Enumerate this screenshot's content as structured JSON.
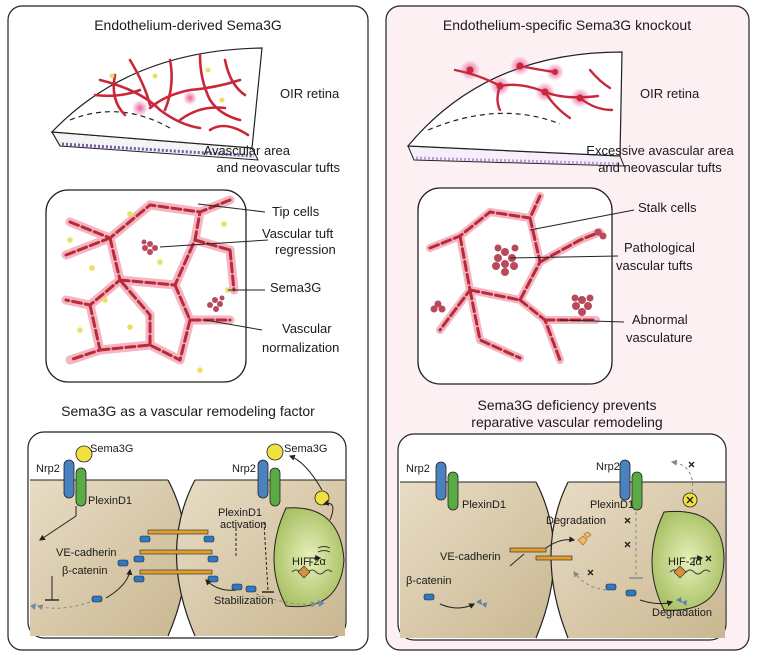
{
  "left_panel": {
    "title": "Endothelium-derived Sema3G",
    "retina_label": "OIR retina",
    "retina_caption": [
      "Avascular area",
      "and neovascular tufts"
    ],
    "callouts": {
      "tip_cells": "Tip cells",
      "tuft_regression": [
        "Vascular tuft",
        "regression"
      ],
      "sema3g": "Sema3G",
      "normalization": [
        "Vascular",
        "normalization"
      ]
    },
    "section_title": "Sema3G as a vascular remodeling factor",
    "cell": {
      "sema3g_left": "Sema3G",
      "nrp2_left": "Nrp2",
      "plexind1_left": "PlexinD1",
      "ve_cadherin": "VE-cadherin",
      "beta_catenin": "β-catenin",
      "nrp2_right": "Nrp2",
      "sema3g_right": "Sema3G",
      "plexind1_activation": [
        "PlexinD1",
        "activation"
      ],
      "hif": "HIF-2α",
      "stabilization": "Stabilization"
    }
  },
  "right_panel": {
    "title": "Endothelium-specific Sema3G knockout",
    "retina_label": "OIR retina",
    "retina_caption": [
      "Excessive avascular area",
      "and neovascular tufts"
    ],
    "callouts": {
      "stalk_cells": "Stalk cells",
      "pathological_tufts": [
        "Pathological",
        "vascular tufts"
      ],
      "abnormal": [
        "Abnormal",
        "vasculature"
      ]
    },
    "section_title": [
      "Sema3G deficiency prevents",
      "reparative vascular remodeling"
    ],
    "cell": {
      "nrp2_left": "Nrp2",
      "plexind1_left": "PlexinD1",
      "ve_cadherin": "VE-cadherin",
      "beta_catenin": "β-catenin",
      "degradation_top": "Degradation",
      "nrp2_right": "Nrp2",
      "plexind1_right": "PlexinD1",
      "hif": "HIF-2α",
      "degradation_bottom": "Degradation"
    }
  },
  "colors": {
    "vessel": "#c8283a",
    "vessel_pink": "#f4b4c0",
    "cell_body": "#d8cab0",
    "nucleus": "#c8d890",
    "nrp2": "#4a82c0",
    "plexin": "#5aaa46",
    "sema3g": "#f0e040",
    "junction": "#e0a030",
    "right_bg": "#fdf0f2"
  }
}
